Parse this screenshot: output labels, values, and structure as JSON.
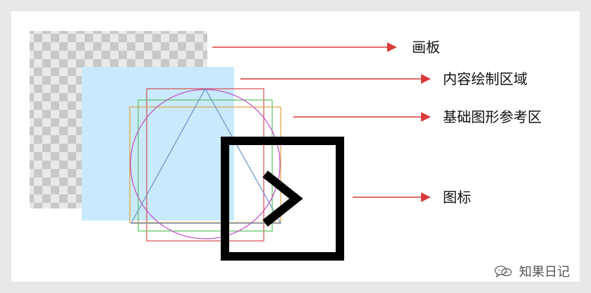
{
  "labels": {
    "artboard": "画板",
    "content_area": "内容绘制区域",
    "base_shape_area": "基础图形参考区",
    "icon": "图标"
  },
  "watermark": {
    "text": "知果日记",
    "icon": "wechat-icon"
  },
  "colors": {
    "background": "#e8e8e8",
    "canvas": "#ffffff",
    "checker_dark": "#c8c8c8",
    "checker_light": "#e9e9e9",
    "content_fill": "#c8eafc",
    "red": "#d94c4c",
    "green": "#59c35b",
    "orange": "#e0a040",
    "blue": "#6b91c8",
    "purple": "#c14bc8",
    "black": "#000000",
    "arrow": "#d83a3a"
  },
  "icons": {
    "artboard": "checkerboard",
    "icon": "chevron-right-box-icon"
  }
}
